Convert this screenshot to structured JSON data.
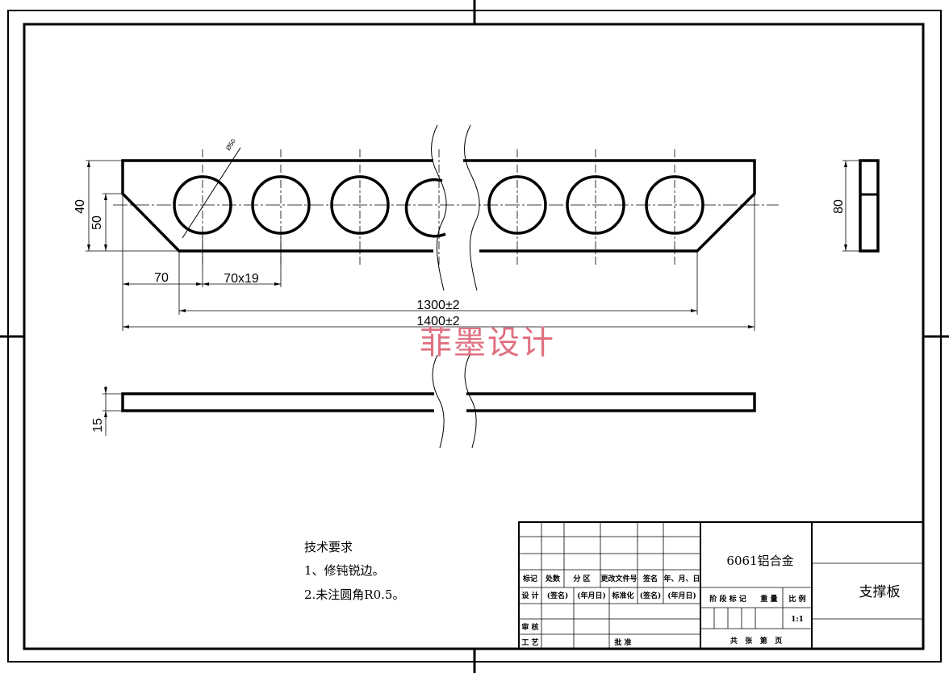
{
  "dimensions": {
    "diameter": "Ø50",
    "height_left_outer": "40",
    "height_left_inner": "50",
    "offset_first_hole": "70",
    "hole_pitch": "70x19",
    "length_inner": "1300±2",
    "length_outer": "1400±2",
    "side_height": "80",
    "thickness": "15"
  },
  "watermark": "菲墨设计",
  "tech_requirements": {
    "title": "技术要求",
    "items": [
      "1、修钝锐边。",
      "2.未注圆角R0.5。"
    ]
  },
  "title_block": {
    "material": "6061铝合金",
    "part_name": "支撑板",
    "headers_row1": [
      "标记",
      "处数",
      "分 区",
      "更改文件号",
      "签名",
      "年、月、日"
    ],
    "headers_row2": [
      "设 计",
      "(签名)",
      "(年月日)",
      "标准化",
      "(签名)",
      "(年月日)"
    ],
    "review": "审 核",
    "process": "工 艺",
    "approve": "批 准",
    "stage_headers": [
      "阶 段 标 记",
      "重 量",
      "比 例"
    ],
    "scale": "1:1",
    "sheet_info": "共   张   第   页"
  }
}
